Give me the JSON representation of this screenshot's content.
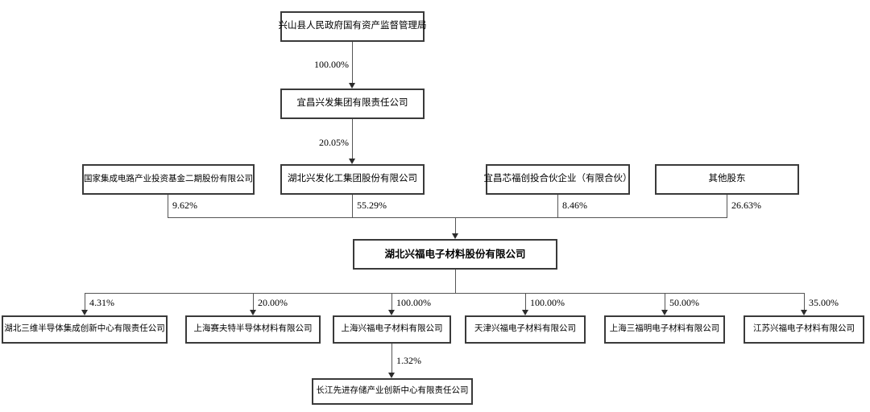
{
  "diagram": {
    "type": "equity-ownership-org-chart",
    "background": "#ffffff",
    "line_color": "#555555",
    "border_color": "#3a3a3a",
    "nodes": {
      "sasac": "兴山县人民政府国有资产监督管理局",
      "yichang_group": "宜昌兴发集团有限责任公司",
      "big_fund": "国家集成电路产业投资基金二期股份有限公司",
      "hubei_xingfa": "湖北兴发化工集团股份有限公司",
      "yichang_xinfu": "宜昌芯福创投合伙企业（有限合伙）",
      "other_shareholders": "其他股东",
      "company": "湖北兴福电子材料股份有限公司",
      "sub_sanwei": "湖北三维半导体集成创新中心有限责任公司",
      "sub_saifute": "上海赛夫特半导体材料有限公司",
      "sub_shanghai_xingfu": "上海兴福电子材料有限公司",
      "sub_tianjin_xingfu": "天津兴福电子材料有限公司",
      "sub_sanfuming": "上海三福明电子材料有限公司",
      "sub_jiangsu_xingfu": "江苏兴福电子材料有限公司",
      "changjiang_center": "长江先进存储产业创新中心有限责任公司"
    },
    "edges": {
      "sasac_to_yichang_group": "100.00%",
      "yichang_group_to_hubei_xingfa": "20.05%",
      "big_fund_to_company": "9.62%",
      "hubei_xingfa_to_company": "55.29%",
      "yichang_xinfu_to_company": "8.46%",
      "other_shareholders_to_company": "26.63%",
      "company_to_sub_sanwei": "4.31%",
      "company_to_sub_saifute": "20.00%",
      "company_to_sub_shanghai_xingfu": "100.00%",
      "company_to_sub_tianjin_xingfu": "100.00%",
      "company_to_sub_sanfuming": "50.00%",
      "company_to_sub_jiangsu_xingfu": "35.00%",
      "sub_shanghai_xingfu_to_changjiang_center": "1.32%"
    }
  }
}
